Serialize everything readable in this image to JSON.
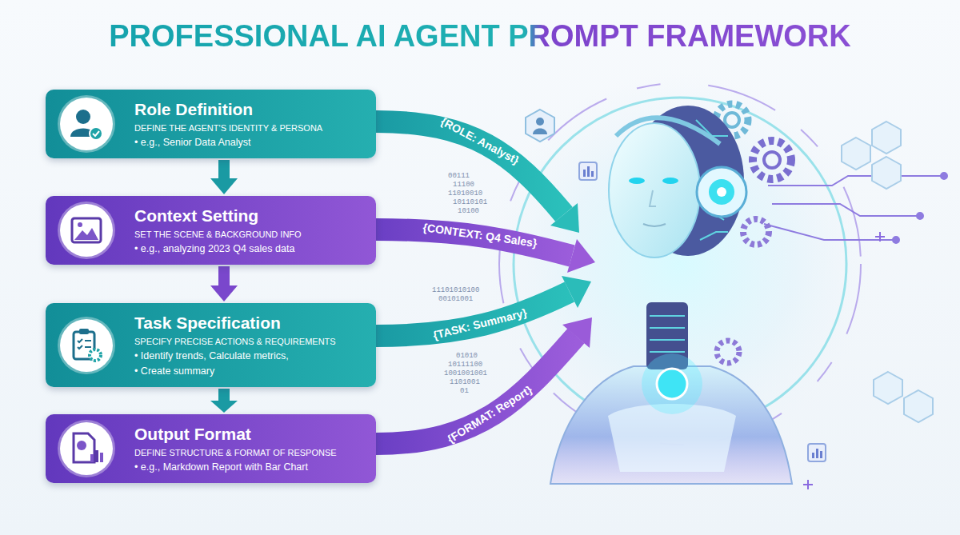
{
  "diagram": {
    "title": "PROFESSIONAL AI AGENT PROMPT FRAMEWORK",
    "nodes": [
      {
        "text": [
          "Role Definition",
          "DEFINE THE AGENT'S IDENTITY & PERSONA",
          "• e.g., Senior Data Analyst"
        ]
      },
      {
        "text": [
          "Context Setting",
          "SET THE SCENE & BACKGROUND INFO",
          "• e.g., analyzing 2023 Q4 sales data"
        ]
      },
      {
        "text": [
          "Task Specification",
          "SPECIFY PRECISE ACTIONS & REQUIREMENTS",
          "• Identify trends, Calculate metrics,",
          "• Create summary"
        ]
      },
      {
        "text": [
          "Output Format",
          "DEFINE STRUCTURE & FORMAT OF RESPONSE",
          "• e.g., Markdown Report with Bar Chart"
        ]
      }
    ],
    "edges": [
      {
        "from": 0,
        "to": 1,
        "arrow": "to"
      },
      {
        "from": 1,
        "to": 2,
        "arrow": "to"
      },
      {
        "from": 2,
        "to": 3,
        "arrow": "to"
      }
    ],
    "labels": [
      "{ROLE: Analyst}",
      "{CONTEXT: Q4 Sales}",
      "{TASK: Summary}",
      "{FORMAT: Report}",
      "00111",
      "11100",
      "11010010",
      "10110101",
      "10100",
      "11101010100",
      "00101001",
      "01010",
      "10111100",
      "1001001001",
      "1101001",
      "01"
    ]
  }
}
